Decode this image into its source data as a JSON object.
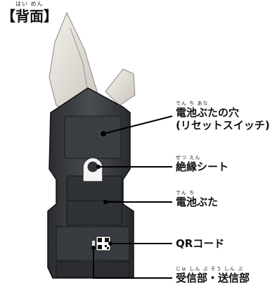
{
  "title": {
    "ruby": "はい めん",
    "text": "【背面】"
  },
  "labels": {
    "battery_hole": {
      "ruby": "でん ち              あな",
      "line1": "電池ぶたの穴",
      "line2": "(リセットスイッチ)"
    },
    "insulation": {
      "ruby": "ぜつ えん",
      "text": "絶縁シート"
    },
    "battery_cover": {
      "ruby": "でん ち",
      "text": "電池ぶた"
    },
    "qr": {
      "text": "QRコード"
    },
    "transceiver": {
      "ruby": "じゅ しん  ぶ     そう しん  ぶ",
      "text": "受信部・送信部"
    }
  }
}
